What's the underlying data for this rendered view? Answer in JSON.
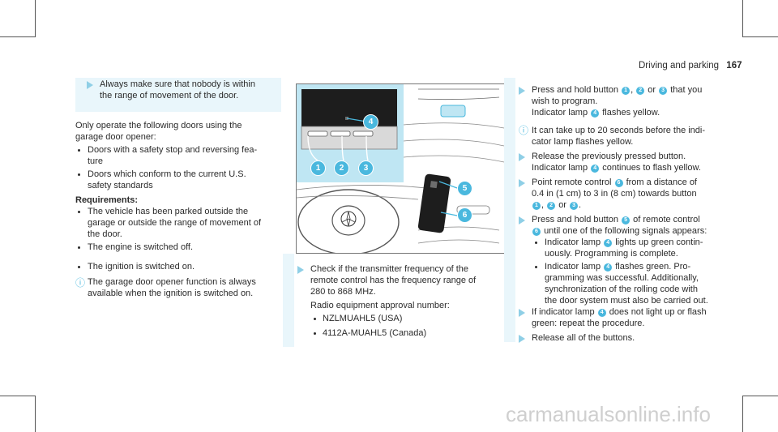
{
  "header": {
    "section": "Driving and parking",
    "page": "167"
  },
  "col1": {
    "tip1": "Always make sure that nobody is within",
    "tip2": "the range of movement of the door.",
    "intro1": "Only operate the following doors using the",
    "intro2": "garage door opener:",
    "b1a": "Doors with a safety stop and reversing fea-",
    "b1b": "ture",
    "b2a": "Doors which conform to the current U.S.",
    "b2b": "safety standards",
    "req": "Requirements:",
    "r1a": "The vehicle has been parked outside the",
    "r1b": "garage or outside the range of movement of",
    "r1c": "the door.",
    "r2": "The engine is switched off.",
    "r3": "The ignition is switched on.",
    "note1": "The garage door opener function is always",
    "note2": "available when the ignition is switched on."
  },
  "col2": {
    "callouts": [
      "1",
      "2",
      "3",
      "4",
      "5",
      "6"
    ],
    "step1": "Check if the transmitter frequency of the",
    "step1b": "remote control has the frequency range of",
    "step1c": "280 to 868 MHz.",
    "radio": "Radio equipment approval number:",
    "r1": "NZLMUAHL5 (USA)",
    "r2": "4112A-MUAHL5 (Canada)"
  },
  "col3": {
    "s1a": "Press and hold button",
    "s1mid": "or",
    "s1b": "that you",
    "s1c": "wish to program.",
    "s1d": "Indicator lamp",
    "s1e": "flashes yellow.",
    "infoA": "It can take up to 20 seconds before the indi-",
    "infoB": "cator lamp flashes yellow.",
    "s2a": "Release the previously pressed button.",
    "s2b": "Indicator lamp",
    "s2c": "continues to flash yellow.",
    "s3a": "Point remote control",
    "s3b": "from a distance of",
    "s3c": "0.4 in (1 cm) to 3 in (8 cm) towards button",
    "s3or": "or",
    "s4a": "Press and hold button",
    "s4b": "of remote control",
    "s4c": "until one of the following signals appears:",
    "s4d1": "Indicator lamp",
    "s4d2": "lights up green contin-",
    "s4d3": "uously. Programming is complete.",
    "s4e1": "Indicator lamp",
    "s4e2": "flashes green. Pro-",
    "s4e3": "gramming was successful. Additionally,",
    "s4e4": "synchronization of the rolling code with",
    "s4e5": "the door system must also be carried out.",
    "s5a": "If indicator lamp",
    "s5b": "does not light up or flash",
    "s5c": "green: repeat the procedure.",
    "s6": "Release all of the buttons."
  },
  "footer": {
    "watermark": "carmanualsonline.info"
  },
  "colors": {
    "accent": "#4ab8de",
    "tint": "#e9f6fb",
    "illustration_bg": "#bfe6f3"
  }
}
